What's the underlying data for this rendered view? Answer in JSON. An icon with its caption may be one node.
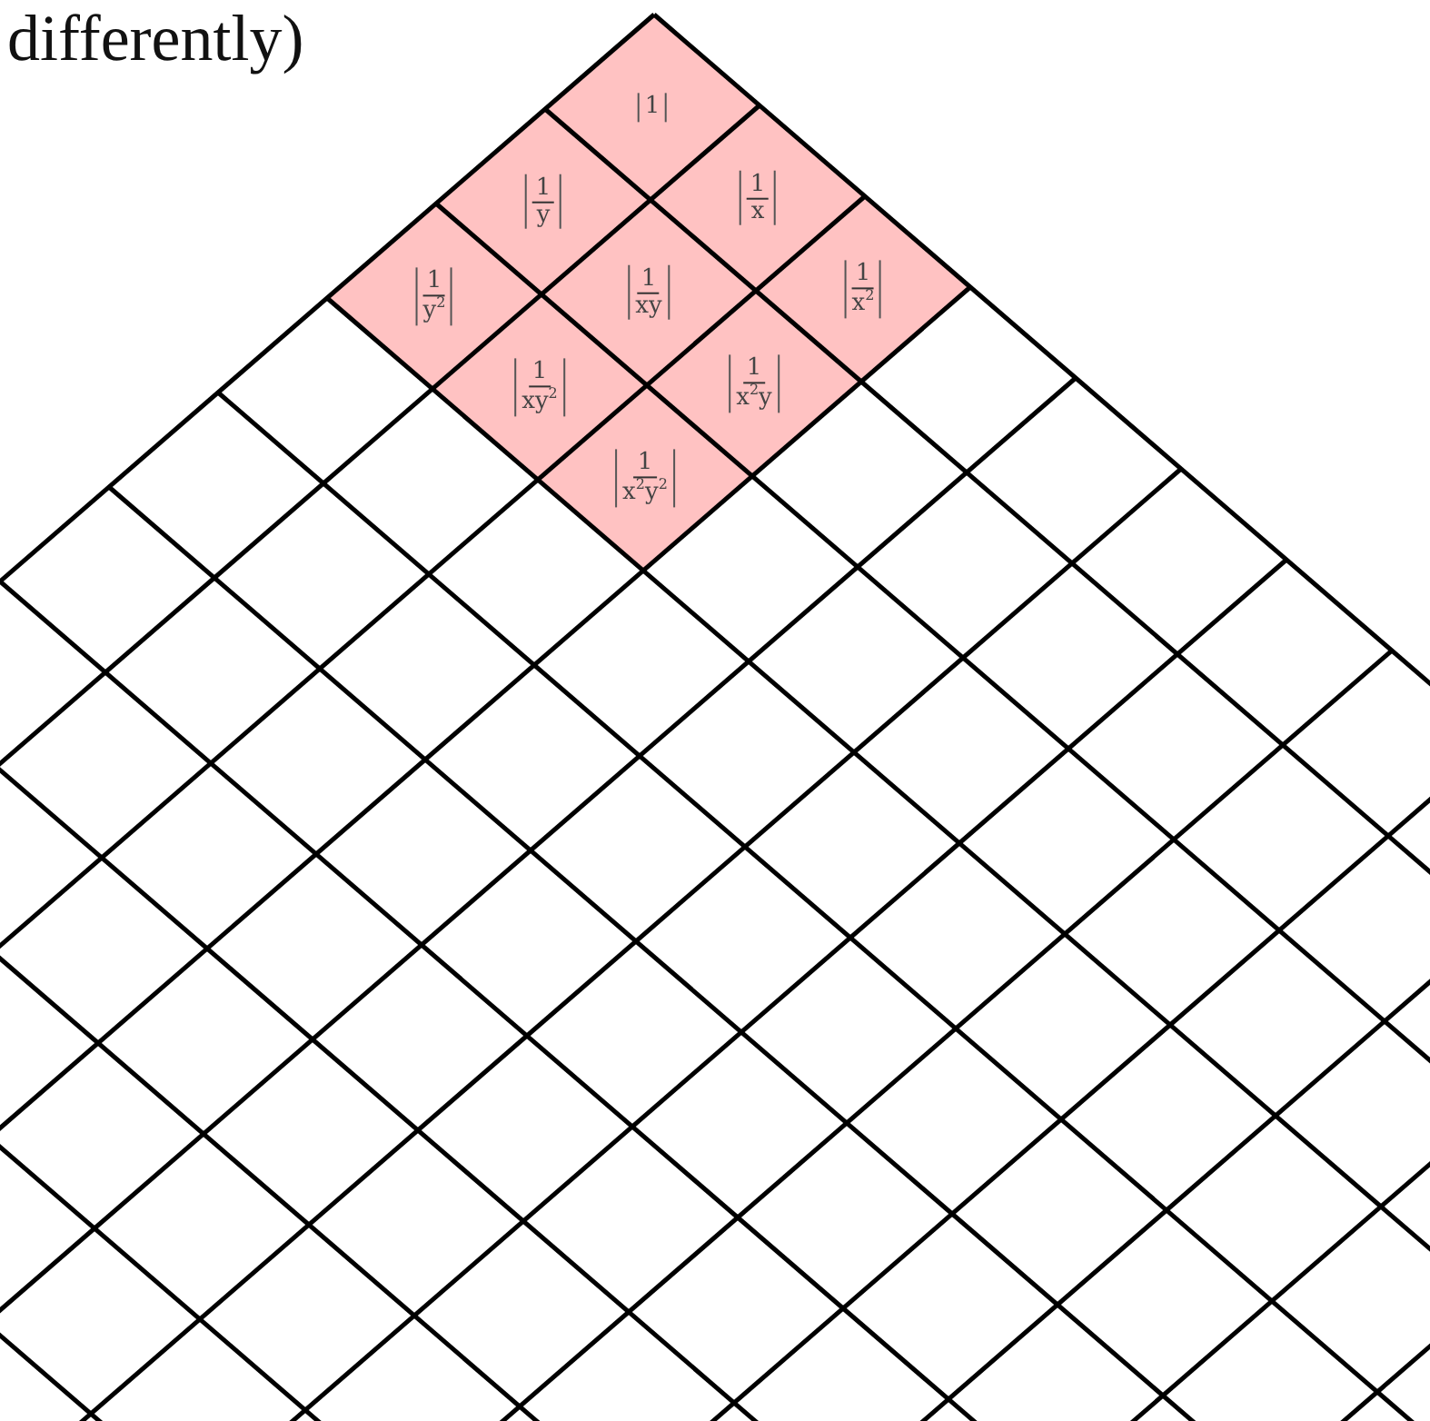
{
  "diagram": {
    "nodes": [
      {
        "text": [
          "1"
        ]
      },
      {
        "text": [
          "1",
          "y"
        ]
      },
      {
        "text": [
          "1",
          "x"
        ]
      },
      {
        "text": [
          "1",
          "y$^{2}$"
        ]
      },
      {
        "text": [
          "1",
          "xy"
        ]
      },
      {
        "text": [
          "1",
          "x$^{2}$"
        ]
      },
      {
        "text": [
          "1",
          "xy$^{2}$"
        ]
      },
      {
        "text": [
          "1",
          "x$^{2}$y"
        ]
      },
      {
        "text": [
          "1",
          "x$^{2}$y$^{2}$"
        ]
      }
    ],
    "labels": [
      "differently)"
    ]
  }
}
